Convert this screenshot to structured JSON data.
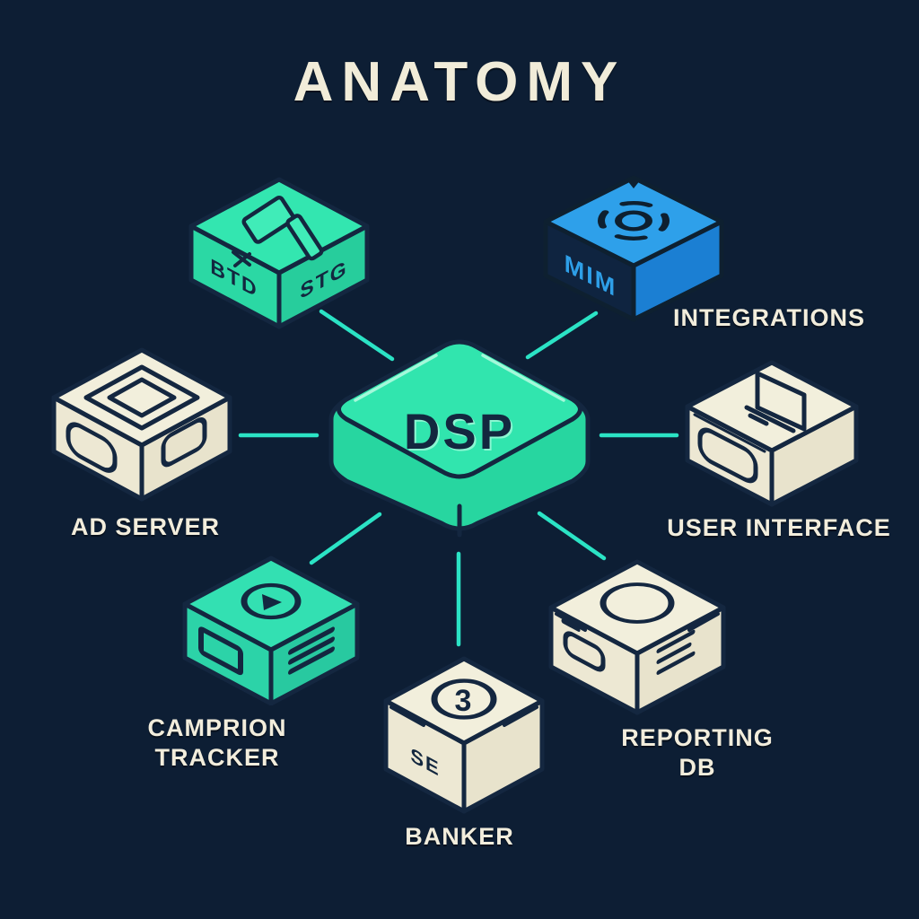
{
  "title": "ANATOMY",
  "colors": {
    "background": "#0d1e34",
    "mint": "#31e5ae",
    "mint_dark": "#29d39f",
    "blue": "#2ea0ea",
    "blue_dark": "#1b7fd3",
    "cream": "#f2efdc",
    "outline_navy": "#142740",
    "connector": "#2be3c5",
    "label_text": "#f2eddc"
  },
  "nodes": {
    "dsp": {
      "label": "DSP",
      "icon": "isometric-box-icon"
    },
    "bid": {
      "face_left": "BTD",
      "face_right": "STG",
      "icon": "gavel-icon"
    },
    "integrations": {
      "label": "INTEGRATIONS",
      "face_left": "MIM",
      "icon": "gear-icon"
    },
    "ad_server": {
      "label": "AD SERVER",
      "icon": "nested-diamonds-icon"
    },
    "user_interface": {
      "label": "USER INTERFACE",
      "icon": "laptop-icon"
    },
    "campaign_tracker": {
      "label_line1": "CAMPRION",
      "label_line2": "TRACKER",
      "icon": "target-play-icon"
    },
    "banker": {
      "label": "BANKER",
      "face_top": "3",
      "face_left": "SE",
      "icon": "circle-number-icon"
    },
    "reporting_db": {
      "label_line1": "REPORTING",
      "label_line2": "DB",
      "icon": "ellipse-icon"
    }
  }
}
